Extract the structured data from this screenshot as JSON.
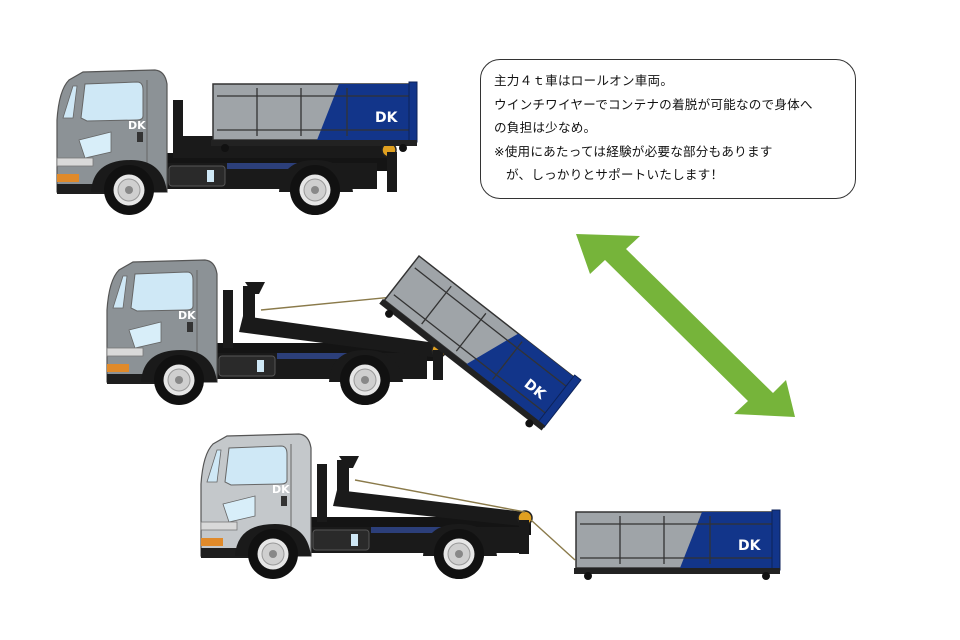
{
  "note": {
    "lines": [
      "主力４ｔ車はロールオン車両。",
      "ウインチワイヤーでコンテナの着脱が可能なので身体へ",
      "の負担は少なめ。",
      "※使用にあたっては経験が必要な部分もあります",
      "が、しっかりとサポートいたします！"
    ]
  },
  "logo_text": "DK",
  "colors": {
    "cab": "#8c9296",
    "cab_faded": "#c4c8cb",
    "container_grey": "#9fa4a8",
    "container_blue": "#12358a",
    "window": "#cfe8f6",
    "chassis": "#141414",
    "arrow": "#76b43a",
    "wire": "#8a7a4a"
  },
  "icons": {
    "arrow": "double-headed-diagonal-arrow",
    "truck": "roll-on-truck"
  }
}
